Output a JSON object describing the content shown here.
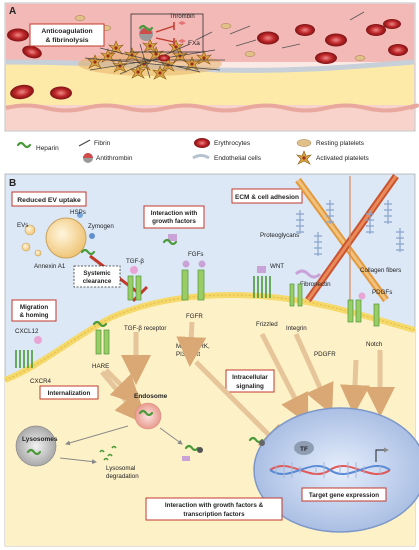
{
  "panel_a": {
    "letter": "A",
    "box_label": [
      "Anticoagulation",
      "& fibrinolysis"
    ],
    "thrombin": "Thrombin",
    "fxa": "FXa"
  },
  "legend": {
    "heparin": "Heparin",
    "fibrin": "Fibrin",
    "erythrocytes": "Erythrocytes",
    "resting_platelets": "Resting platelets",
    "antithrombin": "Antithrombin",
    "endothelial_cells": "Endothelial cells",
    "activated_platelets": "Activated platelets"
  },
  "panel_b": {
    "letter": "B",
    "reduced_ev_uptake": "Reduced EV uptake",
    "hsps": "HSPs",
    "zymogen": "Zymogen",
    "evs": "EVs",
    "annexin": "Annexin A1",
    "interaction_gf": [
      "Interaction with",
      "growth factors"
    ],
    "ecm": "ECM & cell adhesion",
    "proteoglycans": "Proteoglycans",
    "collagen": "Collagen fibers",
    "fibronectin": "Fibronectin",
    "integrin": "Integrin",
    "tgfb": "TGF-β",
    "fgfs": "FGFs",
    "wnt": "WNT",
    "pdgfs": "PDGFs",
    "migration": [
      "Migration",
      "& homing"
    ],
    "systemic": [
      "Systemic",
      "clearance"
    ],
    "cxcl12": "CXCL12",
    "cxcr4": "CXCR4",
    "tgfb_receptor": "TGF-β receptor",
    "fgfr": "FGFR",
    "frizzled": "Frizzled",
    "pdgfr": "PDGFR",
    "notch": "Notch",
    "hare": "HARE",
    "mapk": [
      "MAPK/ERK,",
      "PI3K/Akt"
    ],
    "internalization": "Internalization",
    "intracellular": [
      "Intracellular",
      "signaling"
    ],
    "endosome": "Endosome",
    "lysosomes": "Lysosomes",
    "lysosomal": [
      "Lysosomal",
      "degradation"
    ],
    "tf": "TF",
    "target_gene": "Target gene expression",
    "interaction_tf": [
      "Interaction with growth factors &",
      "transcription factors"
    ]
  },
  "colors": {
    "heparin_green": "#4a9a3a",
    "accent_red": "#c0392b",
    "vessel_pink": "#f3b9b6",
    "cell_blue": "#dce8f6",
    "membrane_yellow": "#f5d96a"
  }
}
